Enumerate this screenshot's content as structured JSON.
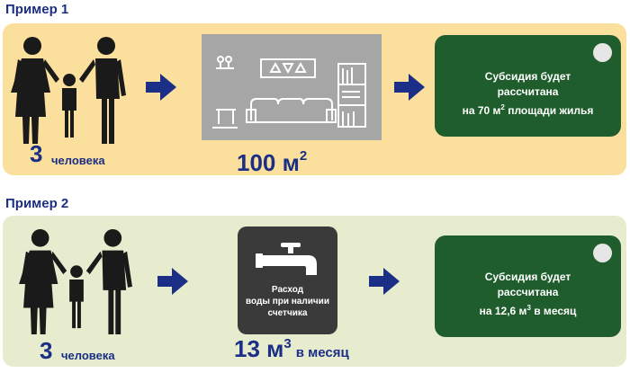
{
  "example1": {
    "title": "Пример 1",
    "people_count": "3",
    "people_word": "человека",
    "area_value": "100 м",
    "area_sup": "2",
    "result_lines": [
      "Субсидия будет",
      "рассчитана"
    ],
    "result_line3_pre": "на 70 м",
    "result_line3_sup": "2",
    "result_line3_post": " площади жилья"
  },
  "example2": {
    "title": "Пример 2",
    "people_count": "3",
    "people_word": "человека",
    "meter_lines": [
      "Расход",
      "воды при наличии",
      "счетчика"
    ],
    "usage_value": "13 м",
    "usage_sup": "3",
    "usage_word": "в месяц",
    "result_lines": [
      "Субсидия будет",
      "рассчитана"
    ],
    "result_line3_pre": "на 12,6 м",
    "result_line3_sup": "3",
    "result_line3_post": " в месяц"
  },
  "colors": {
    "panel1": "#fbdf9c",
    "panel2": "#e6eccd",
    "accent_blue": "#1c2f86",
    "result_green": "#1f5d2c"
  },
  "icons": [
    "family-icon",
    "arrow-right-icon",
    "living-room-icon",
    "water-tap-icon"
  ]
}
